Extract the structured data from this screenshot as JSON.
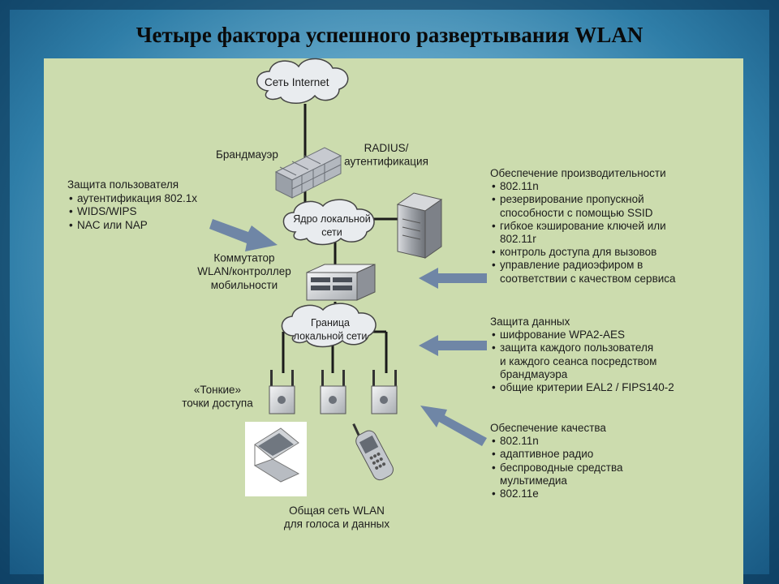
{
  "title": "Четыре фактора успешного развертывания WLAN",
  "nodes": {
    "internet": "Сеть Internet",
    "firewall": "Брандмауэр",
    "radius": [
      "RADIUS/",
      "аутентификация"
    ],
    "lan_core": [
      "Ядро локальной",
      "сети"
    ],
    "switch": [
      "Коммутатор",
      "WLAN/контроллер",
      "мобильности"
    ],
    "lan_edge": [
      "Граница",
      "локальной сети"
    ],
    "access_points": [
      "«Тонкие»",
      "точки доступа"
    ],
    "wlan": [
      "Общая сеть WLAN",
      "для голоса и данных"
    ]
  },
  "user_protection": {
    "heading": "Защита пользователя",
    "items": [
      "аутентификация 802.1x",
      "WIDS/WIPS",
      "NAC или NAP"
    ]
  },
  "performance": {
    "heading": "Обеспечение производительности",
    "items": [
      [
        "802.11n"
      ],
      [
        "резервирование пропускной",
        "способности с помощью SSID"
      ],
      [
        "гибкое кэширование ключей или",
        "802.11r"
      ],
      [
        "контроль доступа для вызовов"
      ],
      [
        "управление радиоэфиром в",
        "соответствии с качеством сервиса"
      ]
    ]
  },
  "data_protection": {
    "heading": "Защита данных",
    "items": [
      [
        "шифрование WPA2-AES"
      ],
      [
        "защита каждого пользователя",
        "и каждого сеанса посредством",
        "брандмауэра"
      ],
      [
        "общие критерии EAL2 / FIPS140-2"
      ]
    ]
  },
  "quality": {
    "heading": "Обеспечение качества",
    "items": [
      [
        "802.11n"
      ],
      [
        "адаптивное радио"
      ],
      [
        "беспроводные средства",
        "мультимедиа"
      ],
      [
        "802.11e"
      ]
    ]
  },
  "colors": {
    "panel": "#ccdcae",
    "arrow": "#6f86a6",
    "cloud": "#e9ecef",
    "line": "#1a1a1a"
  }
}
